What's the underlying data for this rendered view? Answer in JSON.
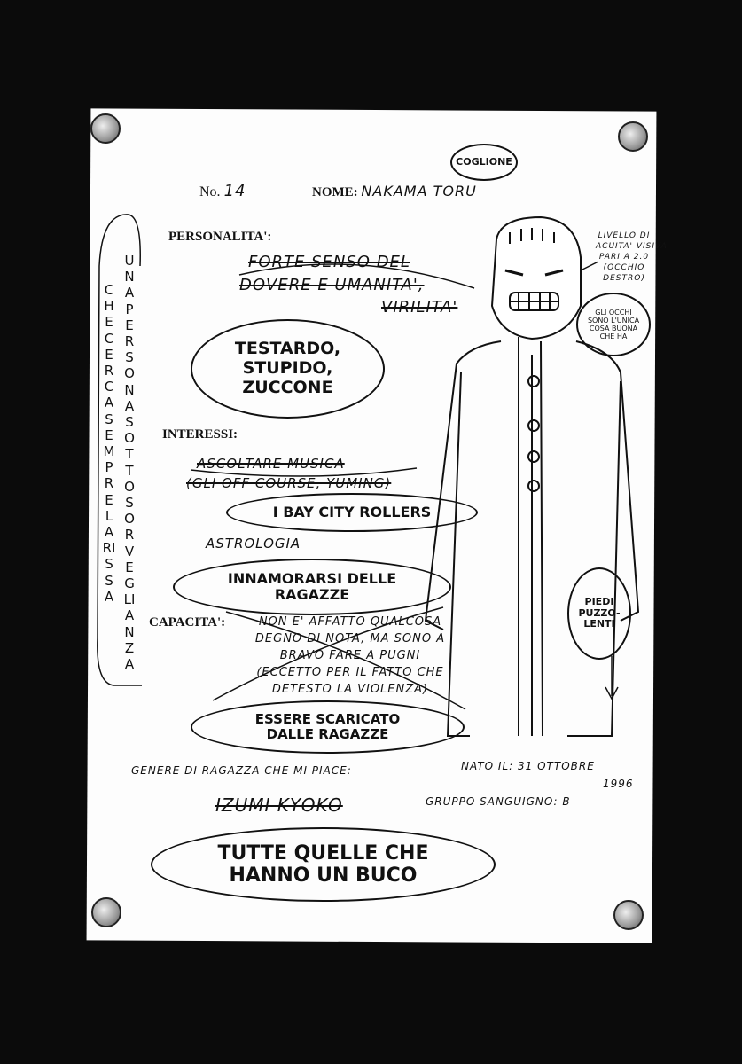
{
  "header": {
    "number_label": "No.",
    "number_value": "14",
    "name_label": "NOME:",
    "name_value": "NAKAMA TORU",
    "annotation": "COGLIONE"
  },
  "side_note": {
    "col1": "UNA PERSONA SOTTO SORVEGLIANZA",
    "col2": "CHE CERCA SEMPRE LA RISSA"
  },
  "personality": {
    "label": "PERSONALITA':",
    "struck_lines": [
      "FORTE SENSO DEL",
      "DOVERE E UMANITA',",
      "VIRILITA'"
    ],
    "correction": [
      "TESTARDO,",
      "STUPIDO,",
      "ZUCCONE"
    ]
  },
  "interests": {
    "label": "INTERESSI:",
    "struck_lines": [
      "ASCOLTARE MUSICA",
      "(GLI OFF COURSE, YUMING)"
    ],
    "correction_1": "I BAY CITY ROLLERS",
    "item": "ASTROLOGIA",
    "correction_2": [
      "INNAMORARSI DELLE",
      "RAGAZZE"
    ]
  },
  "abilities": {
    "label": "CAPACITA':",
    "struck_lines": [
      "NON E' AFFATTO QUALCOSA",
      "DEGNO DI NOTA, MA SONO A",
      "BRAVO FARE A PUGNI",
      "(ECCETTO PER IL FATTO CHE",
      "DETESTO LA VIOLENZA)"
    ],
    "correction": [
      "ESSERE SCARICATO",
      "DALLE RAGAZZE"
    ]
  },
  "type": {
    "label": "GENERE DI RAGAZZA CHE MI PIACE:",
    "struck": "IZUMI KYOKO",
    "correction": [
      "TUTTE QUELLE CHE",
      "HANNO UN BUCO"
    ]
  },
  "birth": {
    "label": "NATO IL:",
    "date": "31 OTTOBRE",
    "year": "1996"
  },
  "blood": {
    "label": "GRUPPO SANGUIGNO:",
    "value": "B"
  },
  "figure_notes": {
    "eyesight": [
      "LIVELLO DI",
      "ACUITA' VISIVA",
      "PARI A 2.0",
      "(OCCHIO",
      "DESTRO)"
    ],
    "eyes": [
      "GLI OCCHI",
      "SONO L'UNICA",
      "COSA BUONA",
      "CHE HA"
    ],
    "feet": [
      "PIEDI",
      "PUZZO-",
      "LENTI"
    ]
  }
}
